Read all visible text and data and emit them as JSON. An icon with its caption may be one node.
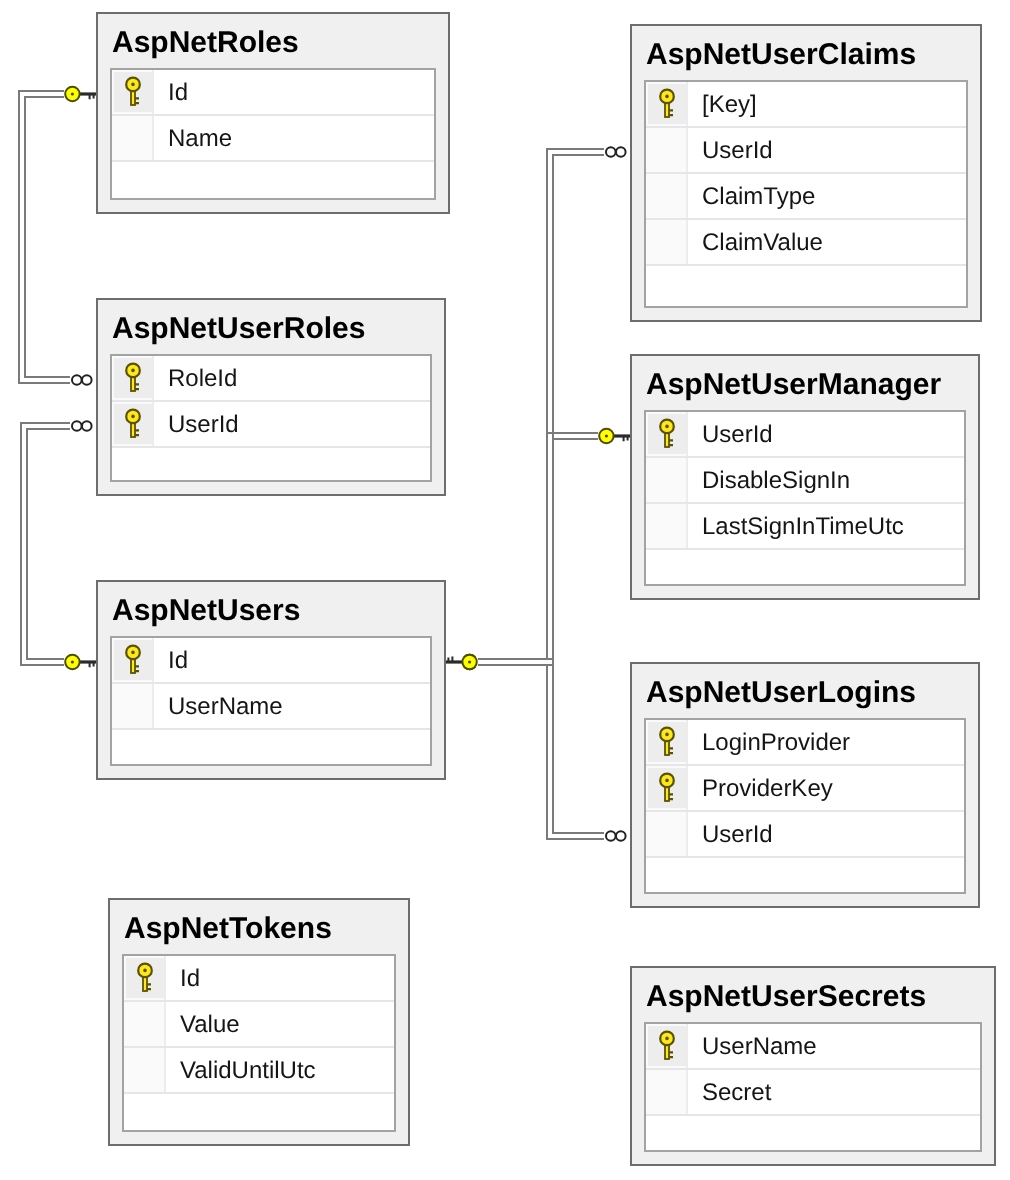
{
  "diagram": {
    "nodes": [
      {
        "text": [
          "AspNetRoles",
          "Id",
          "Name"
        ]
      },
      {
        "text": [
          "AspNetUserClaims",
          "[Key]",
          "UserId",
          "ClaimType",
          "ClaimValue"
        ]
      },
      {
        "text": [
          "AspNetUserRoles",
          "RoleId",
          "UserId"
        ]
      },
      {
        "text": [
          "AspNetUserManager",
          "UserId",
          "DisableSignIn",
          "LastSignInTimeUtc"
        ]
      },
      {
        "text": [
          "AspNetUsers",
          "Id",
          "UserName"
        ]
      },
      {
        "text": [
          "AspNetUserLogins",
          "LoginProvider",
          "ProviderKey",
          "UserId"
        ]
      },
      {
        "text": [
          "AspNetTokens",
          "Id",
          "Value",
          "ValidUntilUtc"
        ]
      },
      {
        "text": [
          "AspNetUserSecrets",
          "UserName",
          "Secret"
        ]
      }
    ],
    "edges": [
      {
        "from": 2,
        "to": 0,
        "arrow": "other"
      },
      {
        "from": 2,
        "to": 4,
        "arrow": "other"
      },
      {
        "from": 1,
        "to": 4,
        "arrow": "other"
      },
      {
        "from": 3,
        "to": 4,
        "arrow": "other"
      },
      {
        "from": 5,
        "to": 4,
        "arrow": "other"
      }
    ]
  }
}
